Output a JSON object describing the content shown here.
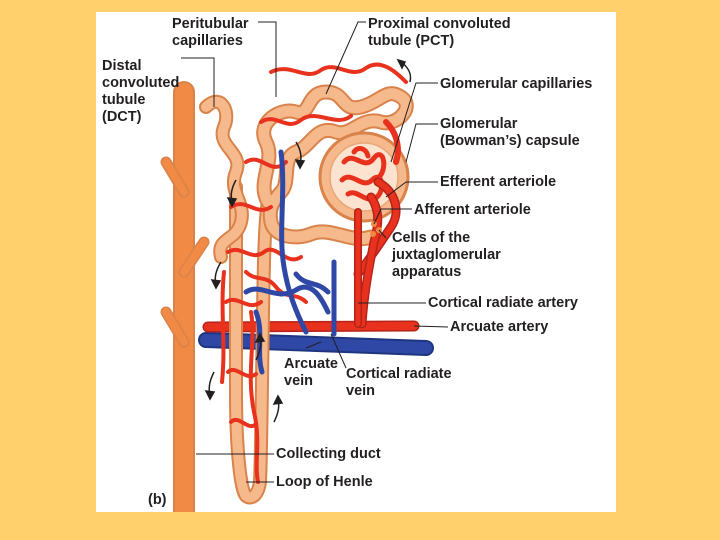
{
  "colors": {
    "background": "#FFD06B",
    "panel": "#FFFFFF",
    "artery": "#E8321E",
    "vein": "#2F48A6",
    "tubule": "#F5B98C",
    "tubule_outline": "#D9824A",
    "collecting_duct": "#F08A45",
    "leader_line": "#231F20"
  },
  "labels": {
    "peritubular": "Peritubular\ncapillaries",
    "pct": "Proximal convoluted\ntubule (PCT)",
    "dct": "Distal\nconvoluted\ntubule\n(DCT)",
    "glomerular_capillaries": "Glomerular capillaries",
    "bowmans": "Glomerular\n(Bowman’s) capsule",
    "efferent": "Efferent arteriole",
    "afferent": "Afferent arteriole",
    "jga": "Cells of the\njuxtaglomerular\napparatus",
    "cortical_artery": "Cortical radiate artery",
    "arcuate_artery": "Arcuate artery",
    "arcuate_vein": "Arcuate\nvein",
    "cortical_vein": "Cortical radiate\nvein",
    "collecting_duct": "Collecting duct",
    "loop": "Loop of Henle",
    "panel": "(b)"
  }
}
